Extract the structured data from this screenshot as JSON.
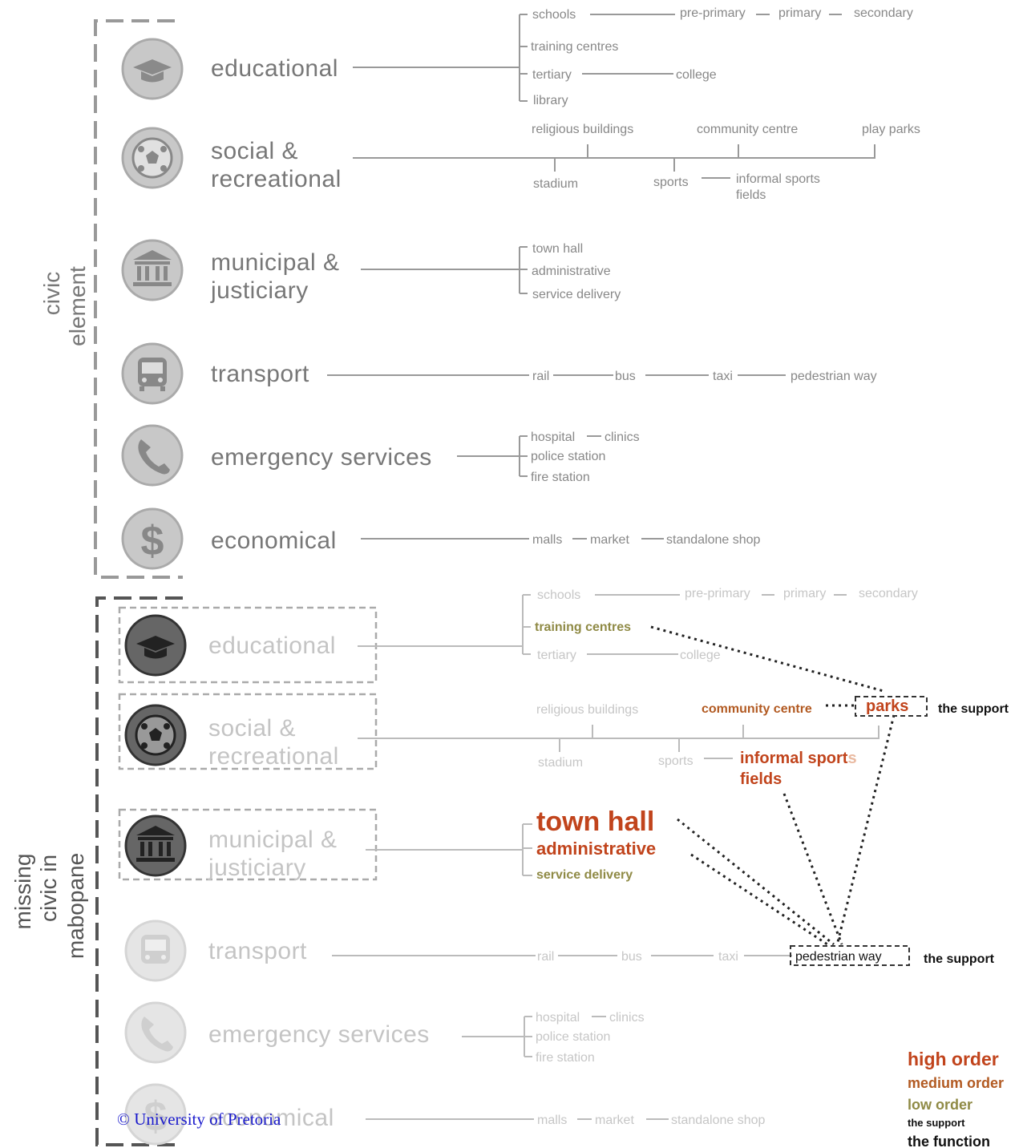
{
  "sidebar": {
    "civic_element": [
      "civic",
      "element"
    ],
    "missing": [
      "missing",
      "civic in",
      "mabopane"
    ]
  },
  "top": {
    "educational": {
      "label": "educational",
      "icon": "graduation-cap-icon",
      "items": [
        "schools",
        "pre-primary",
        "primary",
        "secondary",
        "training centres",
        "tertiary",
        "college",
        "library"
      ]
    },
    "social": {
      "label": [
        "social &",
        "recreational"
      ],
      "icon": "soccer-ball-icon",
      "items": [
        "religious buildings",
        "community centre",
        "play parks",
        "stadium",
        "sports",
        "informal sports",
        "fields"
      ]
    },
    "municipal": {
      "label": [
        "municipal &",
        "justiciary"
      ],
      "icon": "building-columns-icon",
      "items": [
        "town hall",
        "administrative",
        "service delivery"
      ]
    },
    "transport": {
      "label": "transport",
      "icon": "bus-icon",
      "items": [
        "rail",
        "bus",
        "taxi",
        "pedestrian way"
      ]
    },
    "emergency": {
      "label": "emergency services",
      "icon": "phone-icon",
      "items": [
        "hospital",
        "clinics",
        "police station",
        "fire station"
      ]
    },
    "economical": {
      "label": "economical",
      "icon": "dollar-icon",
      "items": [
        "malls",
        "market",
        "standalone shop"
      ]
    }
  },
  "bottom": {
    "educational": {
      "label": "educational",
      "items": [
        "schools",
        "pre-primary",
        "primary",
        "secondary",
        "training centres",
        "tertiary",
        "college"
      ]
    },
    "social": {
      "label": [
        "social &",
        "recreational"
      ],
      "items": [
        "religious buildings",
        "community centre",
        "parks",
        "the support",
        "stadium",
        "sports",
        "informal sport",
        "s",
        "fields"
      ]
    },
    "municipal": {
      "label": [
        "municipal &",
        "justiciary"
      ],
      "items": [
        "town hall",
        "administrative",
        "service delivery"
      ]
    },
    "transport": {
      "label": "transport",
      "items": [
        "rail",
        "bus",
        "taxi",
        "pedestrian way",
        "the support"
      ]
    },
    "emergency": {
      "label": "emergency services",
      "items": [
        "hospital",
        "clinics",
        "police station",
        "fire station"
      ]
    },
    "economical": {
      "label": "economical",
      "items": [
        "malls",
        "market",
        "standalone shop"
      ]
    }
  },
  "legend": [
    "high order",
    "medium order",
    "low order",
    "the support",
    "the function"
  ],
  "colors": {
    "high": "#c1441c",
    "medium": "#b25a22",
    "low": "#8f8a45",
    "support": "#111111"
  },
  "copyright": "© University of Pretoria"
}
